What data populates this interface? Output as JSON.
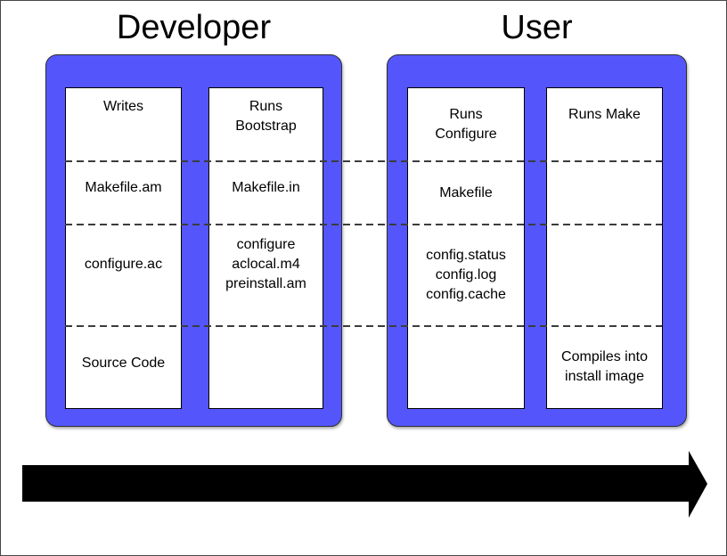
{
  "developer": {
    "title": "Developer",
    "columns": [
      {
        "name": "writes",
        "cells": [
          "Writes",
          "Makefile.am",
          "configure.ac",
          "Source Code"
        ]
      },
      {
        "name": "bootstrap",
        "cells": [
          "Runs\nBootstrap",
          "Makefile.in",
          "configure\naclocal.m4\npreinstall.am",
          ""
        ]
      }
    ]
  },
  "user": {
    "title": "User",
    "columns": [
      {
        "name": "configure",
        "cells": [
          "Runs\nConfigure",
          "Makefile",
          "config.status\nconfig.log\nconfig.cache",
          ""
        ]
      },
      {
        "name": "make",
        "cells": [
          "Runs Make",
          "",
          "",
          "Compiles into\ninstall image"
        ]
      }
    ]
  },
  "icons": {
    "flow_arrow": "right-arrow"
  },
  "colors": {
    "panel_blue": "#5456fb",
    "panel_outline": "#2f2f2f",
    "column_border": "#000000",
    "dash": "#3c3c3c",
    "arrow": "#000000",
    "text": "#000000",
    "frame": "#474747"
  }
}
